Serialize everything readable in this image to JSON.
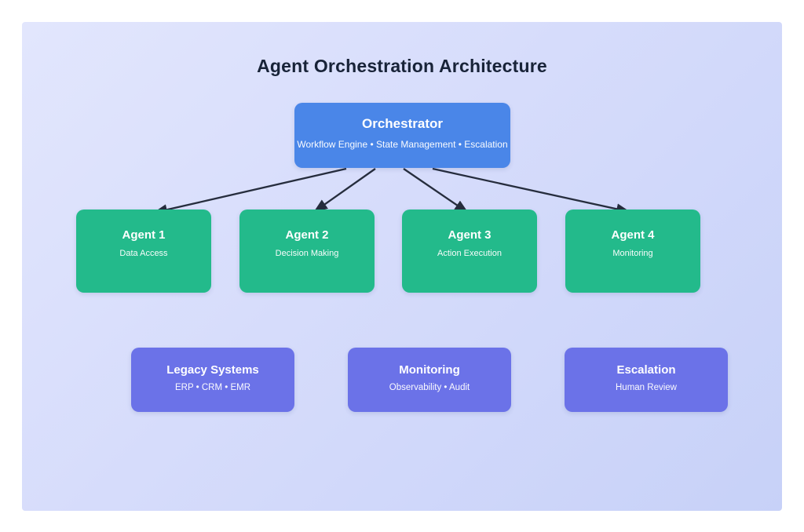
{
  "title": "Agent Orchestration Architecture",
  "nodes": {
    "orchestrator": {
      "title": "Orchestrator",
      "subtitle": "Workflow Engine • State Management • Escalation"
    },
    "agents": [
      {
        "title": "Agent 1",
        "subtitle": "Data Access"
      },
      {
        "title": "Agent 2",
        "subtitle": "Decision Making"
      },
      {
        "title": "Agent 3",
        "subtitle": "Action Execution"
      },
      {
        "title": "Agent 4",
        "subtitle": "Monitoring"
      }
    ],
    "systems": [
      {
        "title": "Legacy Systems",
        "subtitle": "ERP • CRM • EMR"
      },
      {
        "title": "Monitoring",
        "subtitle": "Observability • Audit"
      },
      {
        "title": "Escalation",
        "subtitle": "Human Review"
      }
    ]
  },
  "colors": {
    "page_bg": "#ffffff",
    "canvas_bg_start": "#e2e6fd",
    "canvas_bg_end": "#c7d1f8",
    "title_color": "#182338",
    "orchestrator_fill": "#4a86e8",
    "agent_fill": "#23ba8b",
    "system_fill": "#6b72e8",
    "arrow_color": "#262d3d",
    "node_text": "#ffffff"
  }
}
